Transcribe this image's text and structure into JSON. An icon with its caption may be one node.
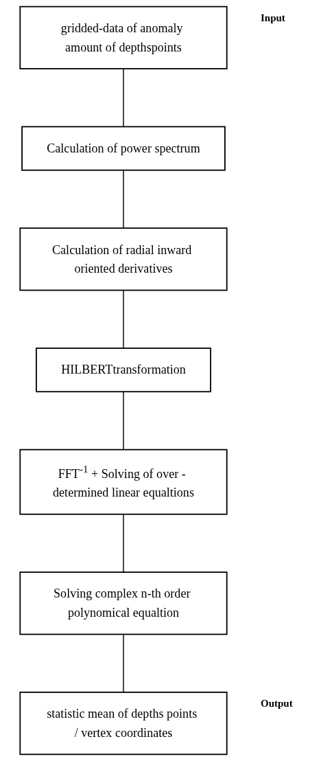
{
  "diagram": {
    "nodes": [
      {
        "text": [
          "gridded-data of anomaly amount of depthspoints"
        ]
      },
      {
        "text": [
          "Calculation of power spectrum"
        ]
      },
      {
        "text": [
          "Calculation of radial inward oriented derivatives"
        ]
      },
      {
        "text": [
          "HILBERTtransformation"
        ]
      },
      {
        "text": [
          "FFT$^{-1}$ + Solving of over - determined linear equaltions"
        ]
      },
      {
        "text": [
          "Solving complex n-th order polynomical equaltion"
        ]
      },
      {
        "text": [
          "statistic mean of depths points / vertex coordinates"
        ]
      }
    ],
    "edges": [
      {
        "from": 0,
        "to": 1,
        "arrow": "none"
      },
      {
        "from": 1,
        "to": 2,
        "arrow": "none"
      },
      {
        "from": 2,
        "to": 3,
        "arrow": "none"
      },
      {
        "from": 3,
        "to": 4,
        "arrow": "none"
      },
      {
        "from": 4,
        "to": 5,
        "arrow": "none"
      },
      {
        "from": 5,
        "to": 6,
        "arrow": "none"
      }
    ],
    "labels": [
      "Input",
      "Output"
    ]
  }
}
